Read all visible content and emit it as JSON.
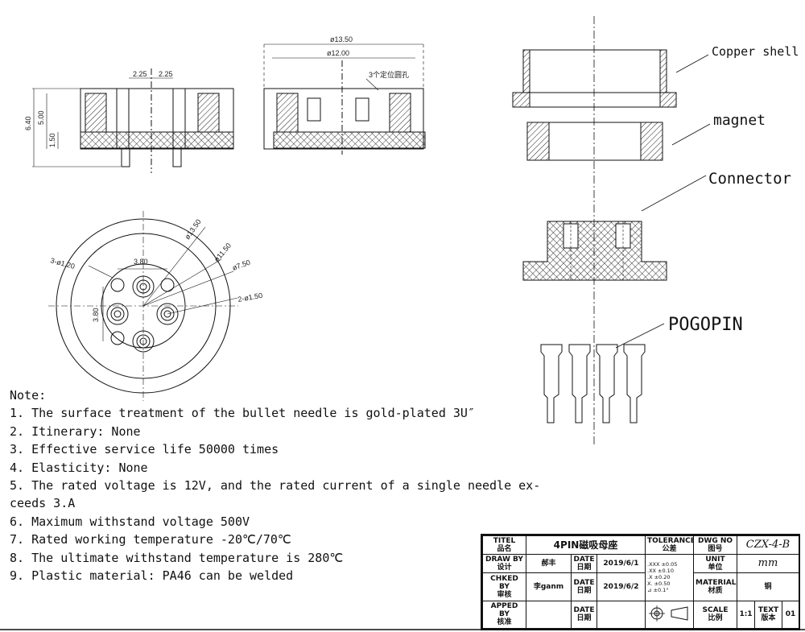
{
  "dims": {
    "d_2_25_a": "2.25",
    "d_2_25_b": "2.25",
    "d_6_40": "6.40",
    "d_5_00": "5.00",
    "d_1_50": "1.50",
    "d_13_50": "ø13.50",
    "d_12_00": "ø12.00",
    "holes_note": "3个定位圆孔",
    "d_13_50_b": "ø13.50",
    "d_11_50": "ø11.50",
    "d_7_50": "ø7.50",
    "d_2_1_50": "2-ø1.50",
    "d_3_1_20": "3-ø1.20",
    "d_3_80_h": "3.80",
    "d_3_80_v": "3.80"
  },
  "labels": {
    "copper_shell": "Copper shell",
    "magnet": "magnet",
    "connector": "Connector",
    "pogopin": "POGOPIN"
  },
  "notes": {
    "title": "Note:",
    "items": [
      "1. The surface treatment of the bullet needle is gold-plated 3U″",
      "2. Itinerary: None",
      "3. Effective service life 50000 times",
      "4. Elasticity: None",
      "5. The rated voltage is 12V, and the rated current of a single needle ex-",
      "ceeds 3.A",
      "6. Maximum withstand voltage 500V",
      "7. Rated working temperature -20℃/70℃",
      "8. The ultimate withstand temperature is 280℃",
      "9. Plastic material: PA46 can be welded"
    ]
  },
  "title_block": {
    "title_en": "TITEL",
    "title_cn": "品名",
    "title_val": "4PIN磁吸母座",
    "tol_en": "TOLERANCE",
    "tol_cn": "公差",
    "dwg_en": "DWG NO",
    "dwg_cn": "图号",
    "dwg_val": "CZX-4-B",
    "drawn_en": "DRAW BY",
    "drawn_cn": "设计",
    "drawn_val": "郝丰",
    "date_en": "DATE",
    "date_cn": "日期",
    "date1": "2019/6/1",
    "tol1": ".XXX ±0.05",
    "tol2": ".XX ±0.10",
    "tol3": ".X ±0.20",
    "tol4": "X. ±0.50",
    "tol5": "⊿ ±0.1°",
    "unit_en": "UNIT",
    "unit_cn": "单位",
    "unit_val": "mm",
    "check_en": "CHKED BY",
    "check_cn": "审核",
    "check_val": "李ganm",
    "date2": "2019/6/2",
    "mat_en": "MATERIAL",
    "mat_cn": "材质",
    "mat_val": "铜",
    "appr_en": "APPED BY",
    "appr_cn": "核准",
    "scale_en": "SCALE",
    "scale_cn": "比例",
    "scale_val": "1:1",
    "text_en": "TEXT",
    "text_cn": "版本",
    "text_val": "01"
  }
}
